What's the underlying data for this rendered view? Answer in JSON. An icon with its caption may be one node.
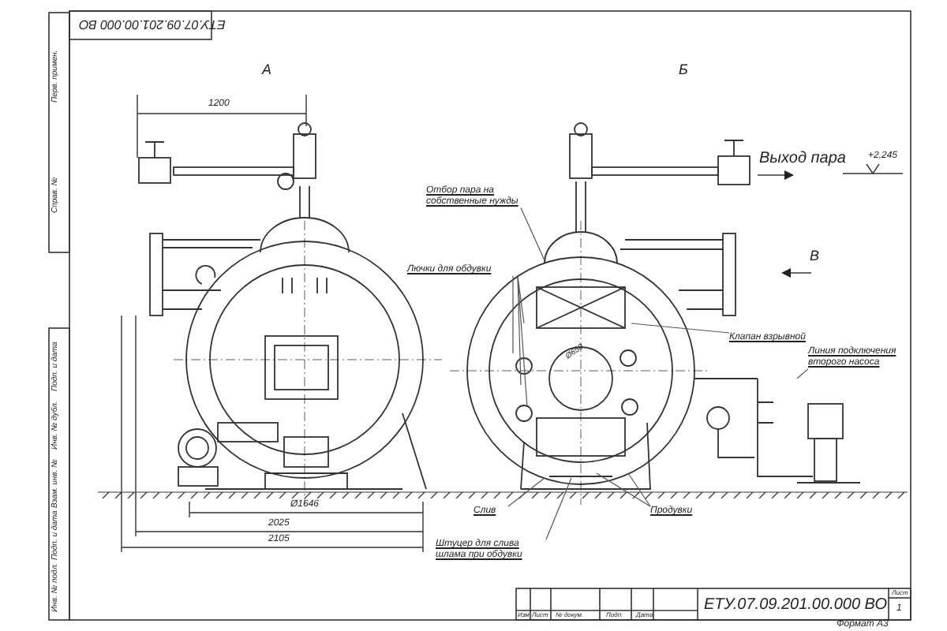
{
  "diagram": {
    "nodes": [
      {
        "text": [
          "Отбор пара на собственные нужды"
        ]
      },
      {
        "text": [
          "Лючки для обдувки"
        ]
      },
      {
        "text": [
          "Клапан взрывной"
        ]
      },
      {
        "text": [
          "Линия подключения второго насоса"
        ]
      },
      {
        "text": [
          "Слив"
        ]
      },
      {
        "text": [
          "Продувки"
        ]
      },
      {
        "text": [
          "Штуцер для слива шлама при обдувки"
        ]
      }
    ],
    "edges": [
      {
        "from": 0,
        "to": null,
        "arrow": "none"
      },
      {
        "from": 1,
        "to": null,
        "arrow": "none"
      },
      {
        "from": 1,
        "to": null,
        "arrow": "none"
      },
      {
        "from": 1,
        "to": null,
        "arrow": "none"
      },
      {
        "from": 1,
        "to": null,
        "arrow": "none"
      },
      {
        "from": 2,
        "to": null,
        "arrow": "none"
      },
      {
        "from": 3,
        "to": null,
        "arrow": "none"
      },
      {
        "from": 4,
        "to": null,
        "arrow": "none"
      },
      {
        "from": 5,
        "to": null,
        "arrow": "none"
      },
      {
        "from": 5,
        "to": null,
        "arrow": "none"
      },
      {
        "from": 6,
        "to": null,
        "arrow": "none"
      }
    ],
    "labels": [
      "ЕТУ.07.09.201.00.000 ВО",
      "Перв. примен.",
      "Справ. №",
      "А",
      "Б",
      "1200",
      "Выход пара",
      "+2,245",
      "В",
      "Ø650",
      "Подп. и дата",
      "Инв. № дубл.",
      "Взам. инв. №",
      "Подп. и дата",
      "Инв. № подл.",
      "Ø1646",
      "2025",
      "2105",
      "ЕТУ.07.09.201.00.000 ВО",
      "Лист",
      "1",
      "Изм",
      "Лист",
      "№ докум.",
      "Подп.",
      "Дата",
      "Формат А3"
    ]
  }
}
